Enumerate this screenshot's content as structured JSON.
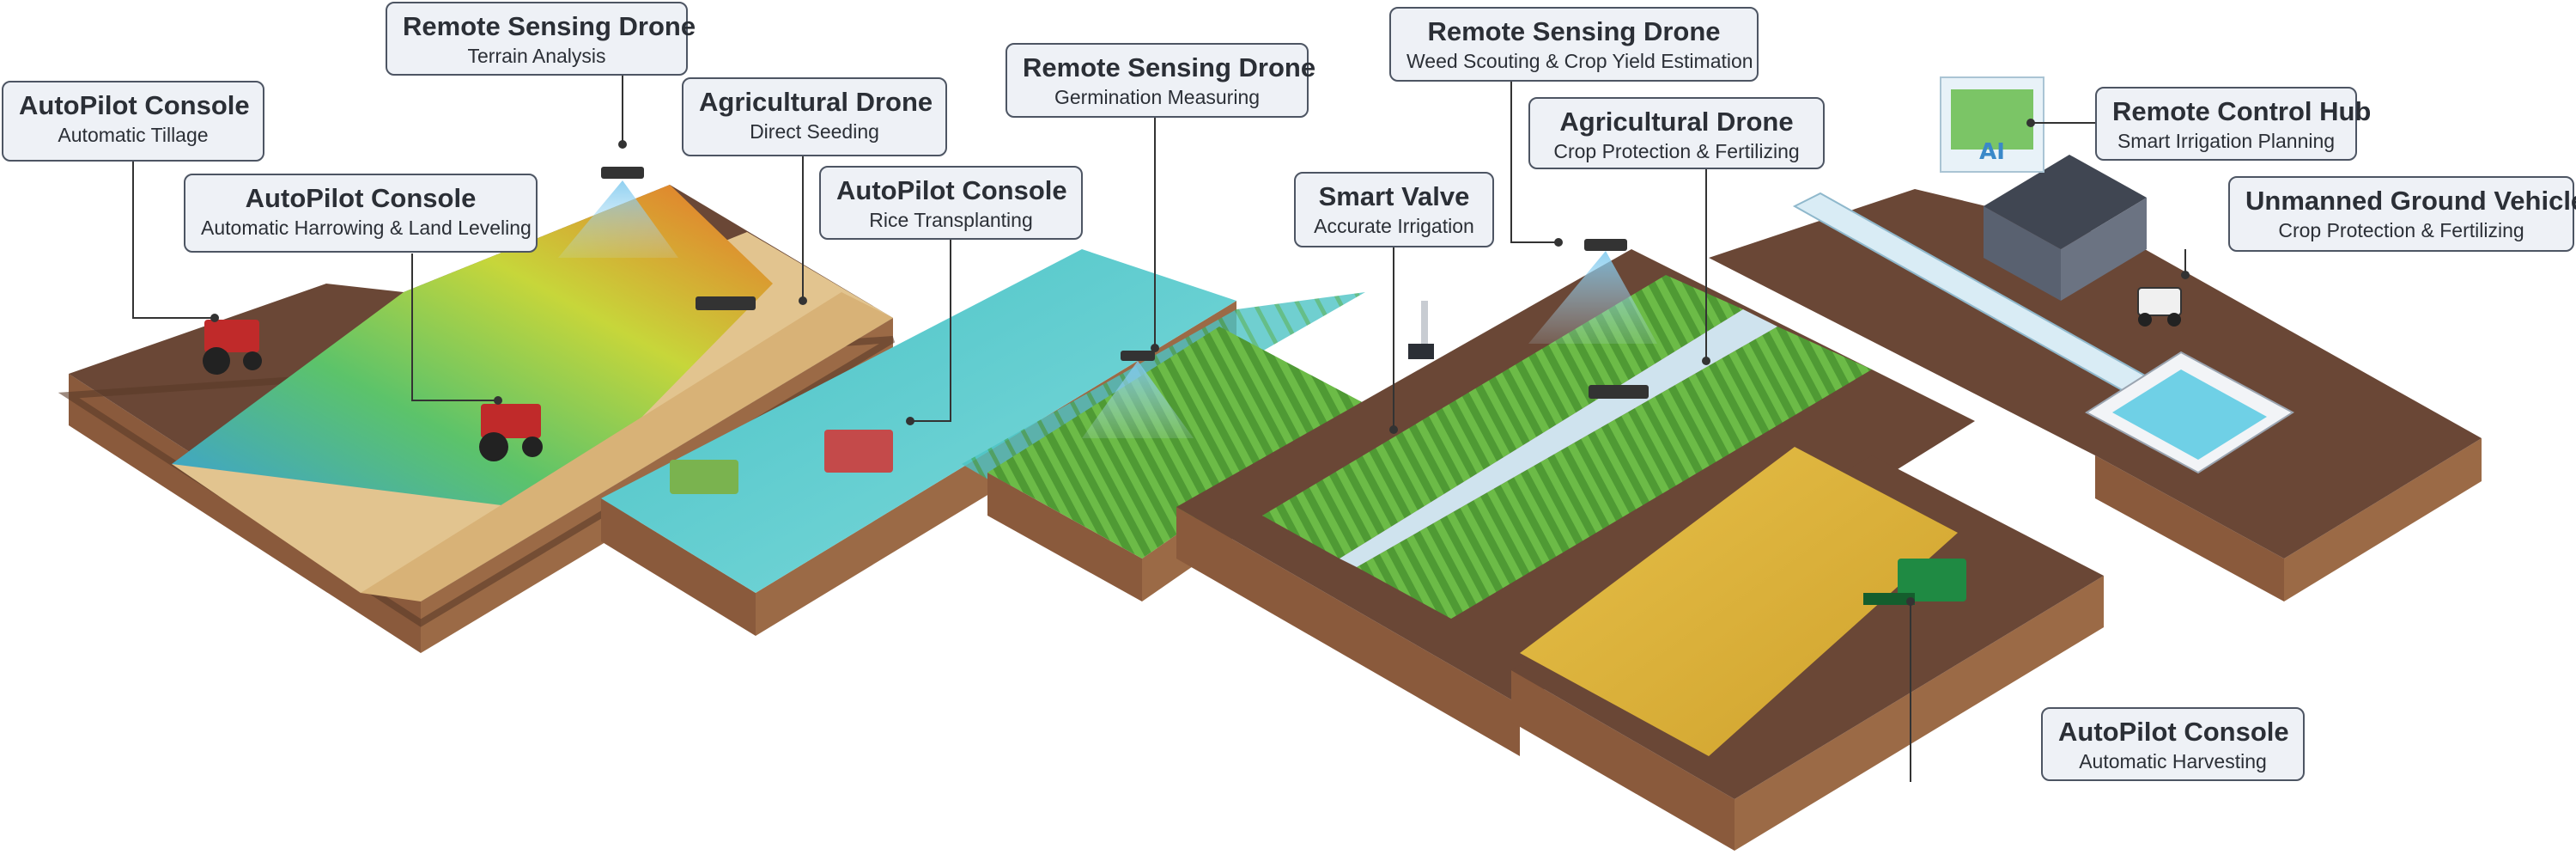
{
  "callouts": [
    {
      "title": "AutoPilot Console",
      "subtitle": "Automatic Tillage"
    },
    {
      "title": "Remote Sensing Drone",
      "subtitle": "Terrain Analysis"
    },
    {
      "title": "Agricultural Drone",
      "subtitle": "Direct Seeding"
    },
    {
      "title": "AutoPilot Console",
      "subtitle": "Automatic Harrowing & Land Leveling"
    },
    {
      "title": "AutoPilot Console",
      "subtitle": "Rice Transplanting"
    },
    {
      "title": "Remote Sensing Drone",
      "subtitle": "Germination Measuring"
    },
    {
      "title": "Smart Valve",
      "subtitle": "Accurate Irrigation"
    },
    {
      "title": "Remote Sensing Drone",
      "subtitle": "Weed Scouting & Crop Yield Estimation"
    },
    {
      "title": "Agricultural Drone",
      "subtitle": "Crop Protection & Fertilizing"
    },
    {
      "title": "Remote Control Hub",
      "subtitle": "Smart Irrigation Planning"
    },
    {
      "title": "Unmanned Ground Vehicle",
      "subtitle": "Crop Protection & Fertilizing"
    },
    {
      "title": "AutoPilot Console",
      "subtitle": "Automatic Harvesting"
    }
  ],
  "hub_screen_label": "AI",
  "colors": {
    "soil_top": "#6a4736",
    "soil_side": "#8a5a3c",
    "soil_dark": "#4a2f22",
    "water": "#5ecfcf",
    "crop": "#59a83b",
    "wheat": "#e0b53a",
    "panel": "#eef1f6",
    "border": "#4d5563"
  }
}
